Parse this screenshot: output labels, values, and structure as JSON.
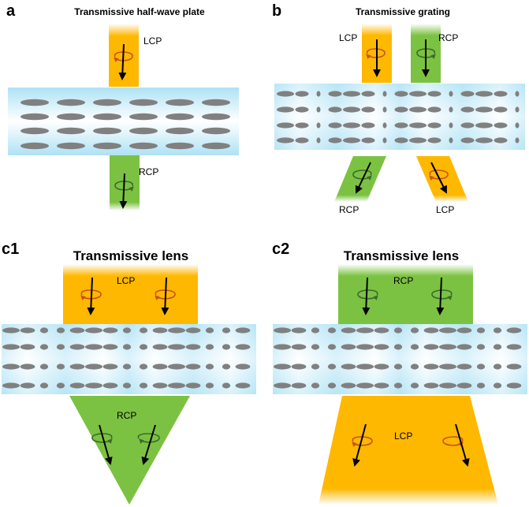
{
  "panels": {
    "a": {
      "letter": "a",
      "title": "Transmissive half-wave plate",
      "input_label": "LCP",
      "output_label": "RCP"
    },
    "b": {
      "letter": "b",
      "title": "Transmissive grating",
      "input_left_label": "LCP",
      "input_right_label": "RCP",
      "output_left_label": "RCP",
      "output_right_label": "LCP"
    },
    "c1": {
      "letter": "c1",
      "title": "Transmissive lens",
      "input_label": "LCP",
      "output_label": "RCP"
    },
    "c2": {
      "letter": "c2",
      "title": "Transmissive lens",
      "input_label": "RCP",
      "output_label": "LCP"
    }
  },
  "colors": {
    "lcp_beam": "#ffb800",
    "rcp_beam": "#7cc242",
    "lcp_circular_arrow": "#c9521a",
    "rcp_circular_arrow": "#3d6b2b",
    "plate": "#bfe8f7",
    "molecule": "#808080",
    "propagation_arrow": "#000000"
  }
}
